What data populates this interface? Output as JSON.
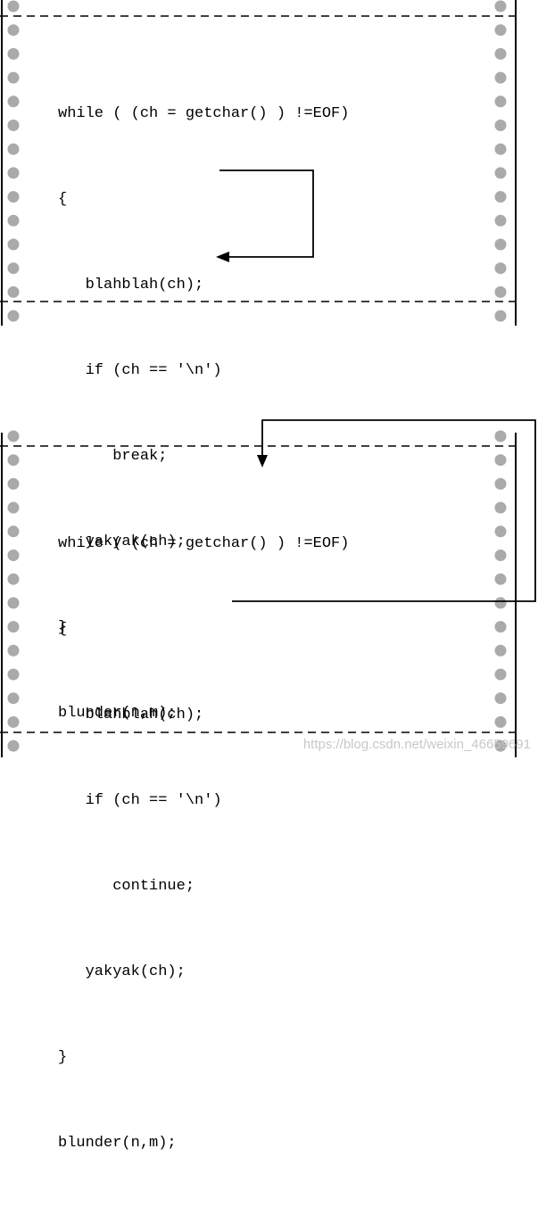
{
  "panels": [
    {
      "id": "break",
      "lines": [
        "while ( (ch = getchar() ) !=EOF)",
        "{",
        "   blahblah(ch);",
        "   if (ch == '\\n')",
        "      break;",
        "   yakyak(ch);",
        "}",
        "blunder(n,m);"
      ]
    },
    {
      "id": "continue",
      "lines": [
        "while ( (ch = getchar() ) !=EOF)",
        "{",
        "   blahblah(ch);",
        "   if (ch == '\\n')",
        "      continue;",
        "   yakyak(ch);",
        "}",
        "blunder(n,m);"
      ]
    }
  ],
  "watermark": "https://blog.csdn.net/weixin_46659691"
}
